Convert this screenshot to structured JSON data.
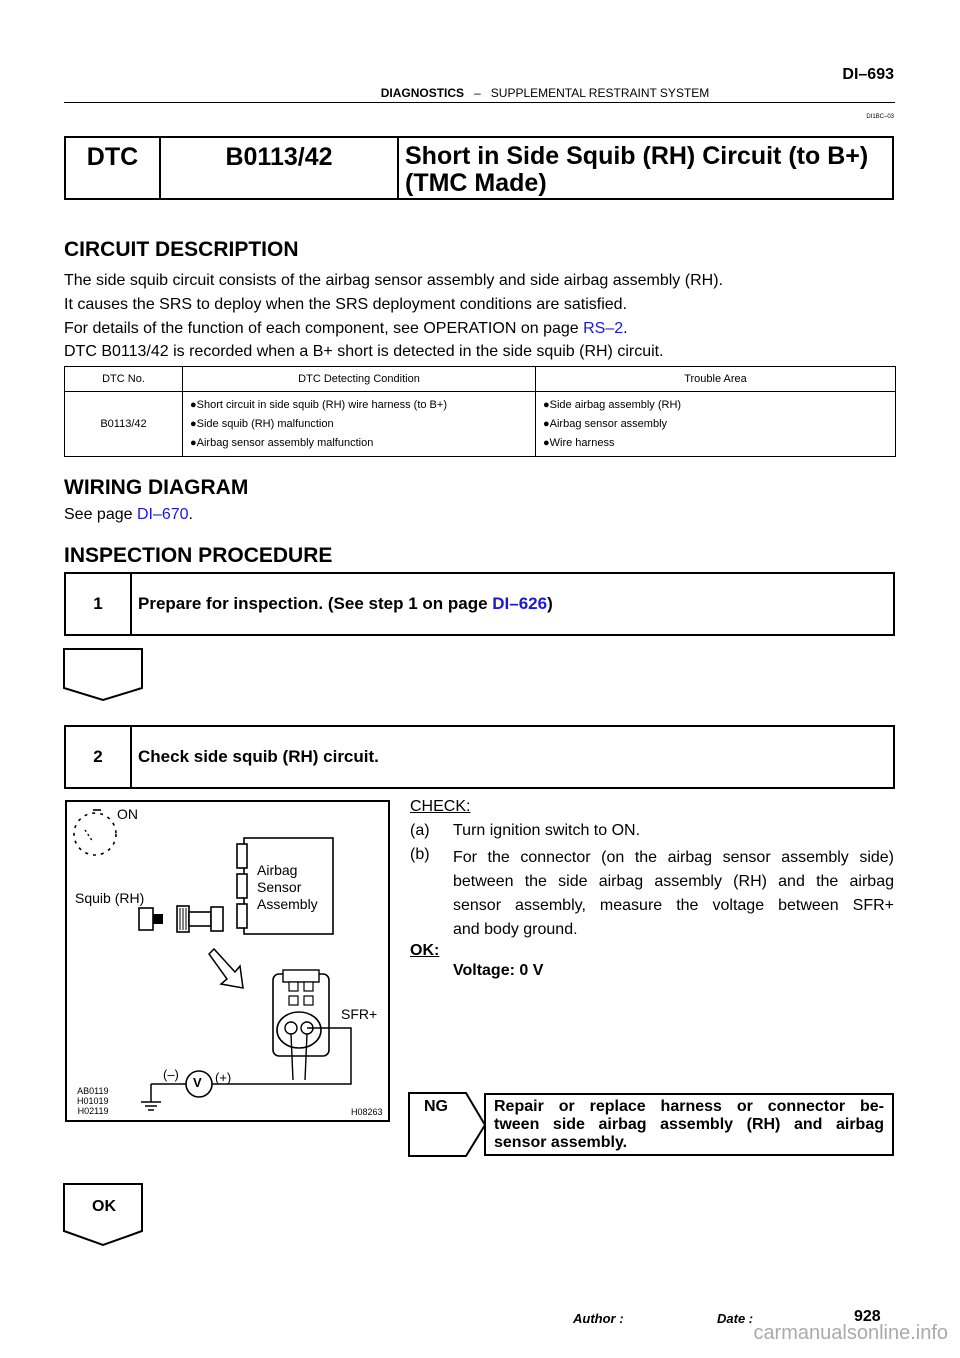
{
  "header": {
    "page_id": "DI–693",
    "section": "DIAGNOSTICS",
    "dash": "–",
    "subsection": "SUPPLEMENTAL RESTRAINT SYSTEM",
    "ref_code": "DI1BC–03"
  },
  "dtc": {
    "label": "DTC",
    "code": "B0113/42",
    "title_line1": "Short in Side Squib (RH) Circuit (to B+)",
    "title_line2": "(TMC Made)"
  },
  "circuit_description": {
    "heading": "CIRCUIT DESCRIPTION",
    "lines": [
      "The side squib circuit consists of the airbag sensor assembly and side airbag assembly (RH).",
      "It causes the SRS to deploy when the SRS deployment conditions are satisfied."
    ],
    "line3_prefix": "For details of the function of each component, see OPERATION on page ",
    "line3_link": "RS–2",
    "line3_suffix": ".",
    "line4": "DTC B0113/42 is recorded when a B+ short is detected in the side squib (RH) circuit."
  },
  "table": {
    "headers": [
      "DTC No.",
      "DTC Detecting Condition",
      "Trouble Area"
    ],
    "dtc_no": "B0113/42",
    "conditions": [
      "●Short circuit in side squib (RH) wire harness (to B+)",
      "●Side squib (RH) malfunction",
      "●Airbag sensor assembly malfunction"
    ],
    "areas": [
      "●Side airbag assembly (RH)",
      "●Airbag sensor assembly",
      "●Wire harness"
    ]
  },
  "wiring": {
    "heading": "WIRING DIAGRAM",
    "prefix": "See page ",
    "link": "DI–670",
    "suffix": "."
  },
  "inspection": {
    "heading": "INSPECTION PROCEDURE",
    "step1_num": "1",
    "step1_text": "Prepare for inspection. (See step 1 on page ",
    "step1_link": "DI–626",
    "step1_close": ")",
    "step2_num": "2",
    "step2_text": "Check side squib (RH) circuit."
  },
  "figure": {
    "on": "ON",
    "squib": "Squib (RH)",
    "airbag_l1": "Airbag",
    "airbag_l2": "Sensor",
    "airbag_l3": "Assembly",
    "sfr": "SFR+",
    "neg": "(–)",
    "pos": "(+)",
    "volt": "V",
    "codes": [
      "AB0119",
      "H01019",
      "H02119"
    ],
    "fig_id": "H08263"
  },
  "check": {
    "heading": "CHECK:",
    "a_label": "(a)",
    "a_text": "Turn ignition switch to ON.",
    "b_label": "(b)",
    "b_lines": [
      "For the connector (on the airbag sensor assembly side)",
      "between the side airbag assembly (RH) and the airbag",
      "sensor assembly, measure the voltage between SFR+",
      "and body ground."
    ],
    "ok_heading": "OK:",
    "ok_value": "Voltage: 0 V"
  },
  "ng": {
    "label": "NG",
    "lines": [
      "Repair or replace harness or connector be-",
      "tween side airbag assembly (RH) and airbag",
      "sensor assembly."
    ]
  },
  "ok_label": "OK",
  "footer": {
    "author": "Author :",
    "date": "Date :",
    "page": "928"
  },
  "watermark": "carmanualsonline.info"
}
